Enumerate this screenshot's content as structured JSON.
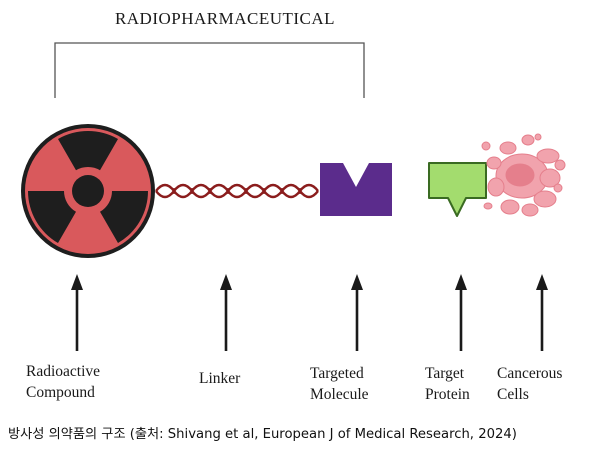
{
  "title": "RADIOPHARMACEUTICAL",
  "labels": {
    "radioactive_compound": [
      "Radioactive",
      "Compound"
    ],
    "linker": [
      "Linker"
    ],
    "targeted_molecule": [
      "Targeted",
      "Molecule"
    ],
    "target_protein": [
      "Target",
      "Protein"
    ],
    "cancerous_cells": [
      "Cancerous",
      "Cells"
    ]
  },
  "caption": "방사성 의약품의 구조 (출처: Shivang et al, European J of Medical Research, 2024)",
  "colors": {
    "radioactive_fill": "#d9595c",
    "radioactive_dark": "#1e1e1e",
    "linker_strand": "#8b1d1d",
    "targeted_molecule": "#5b2c8c",
    "target_protein_fill": "#a3dc6e",
    "target_protein_border": "#3a6b22",
    "cell_fill": "#f1a3ad",
    "cell_dark": "#e57f8c",
    "arrow": "#1a1a1a",
    "bracket": "#555555"
  },
  "icons": {
    "radioactive": "radiation-trefoil-icon",
    "linker": "double-helix-icon",
    "targeted_molecule": "notched-block-icon",
    "target_protein": "shield-tag-icon",
    "cancerous_cells": "cell-cluster-icon"
  }
}
